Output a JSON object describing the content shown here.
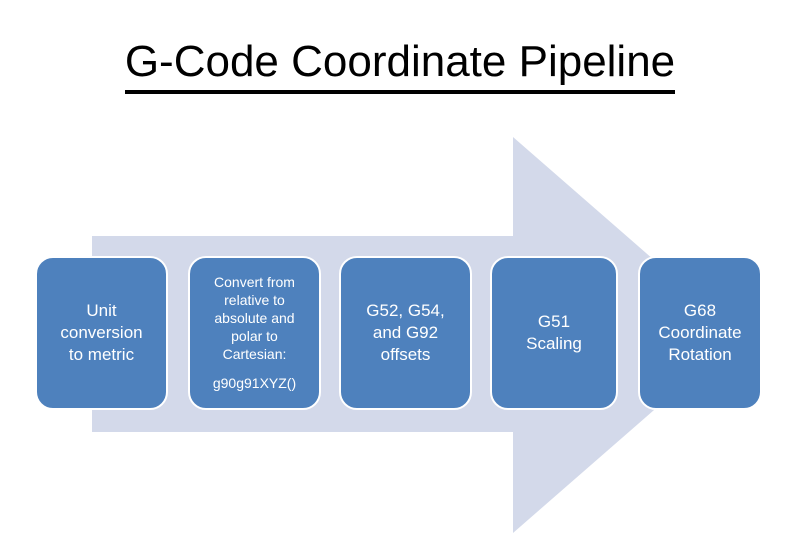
{
  "slide": {
    "title": "G-Code Coordinate Pipeline",
    "background_color": "#ffffff"
  },
  "arrow": {
    "name": "right-arrow-shape",
    "fill_color": "#d3d9ea",
    "direction": "right"
  },
  "steps": [
    {
      "id": "unit-conversion",
      "label": "Unit\nconversion\nto metric",
      "code": "",
      "fill_color": "#4e81bd",
      "text_color": "#ffffff"
    },
    {
      "id": "relative-to-absolute",
      "label": "Convert from\nrelative to\nabsolute and\npolar to\nCartesian:",
      "code": "g90g91XYZ()",
      "fill_color": "#4e81bd",
      "text_color": "#ffffff"
    },
    {
      "id": "work-offsets",
      "label": "G52, G54,\nand G92\noffsets",
      "code": "",
      "fill_color": "#4e81bd",
      "text_color": "#ffffff"
    },
    {
      "id": "scaling",
      "label": "G51\nScaling",
      "code": "",
      "fill_color": "#4e81bd",
      "text_color": "#ffffff"
    },
    {
      "id": "coordinate-rotation",
      "label": "G68\nCoordinate\nRotation",
      "code": "",
      "fill_color": "#4e81bd",
      "text_color": "#ffffff"
    }
  ]
}
